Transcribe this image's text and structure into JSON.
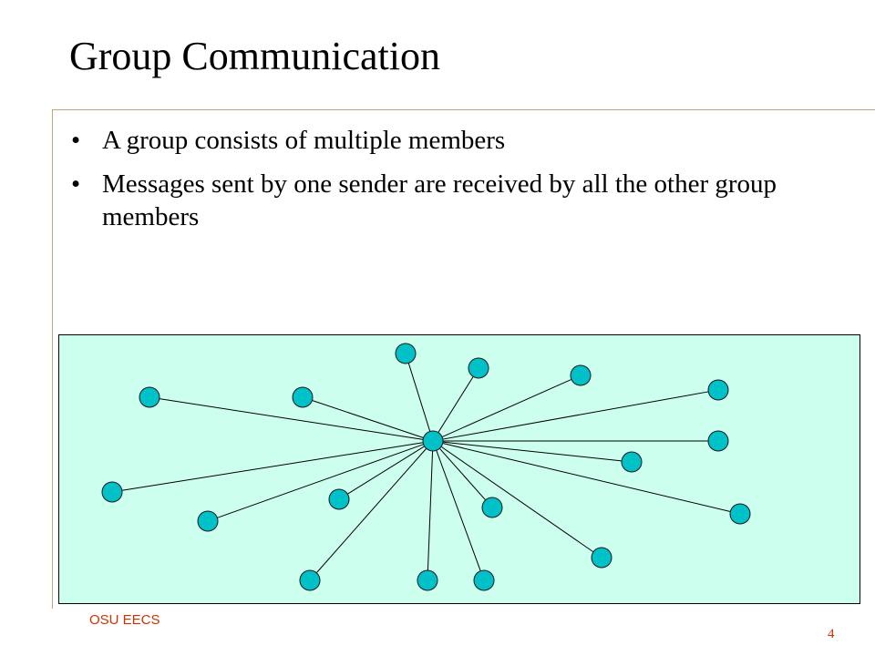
{
  "slide": {
    "title": "Group Communication",
    "bullets": [
      "A group consists of multiple members",
      "Messages sent by one sender are received by all the other group members"
    ],
    "footer": "OSU EECS",
    "page_number": "4"
  },
  "colors": {
    "diagram_background": "#ccffee",
    "node_fill": "#00c0c8",
    "edge": "#000000",
    "accent_rule": "#c9a27a",
    "footer_text": "#cc3300"
  }
}
